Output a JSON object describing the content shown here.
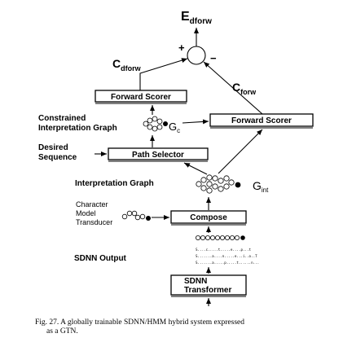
{
  "figure": {
    "output": {
      "main": "E",
      "sub": "dforw"
    },
    "plus": "+",
    "minus": "−",
    "c_dforw": {
      "main": "C",
      "sub": "dforw"
    },
    "c_forw": {
      "main": "C",
      "sub": "forw"
    },
    "forward_scorer_left": "Forward  Scorer",
    "forward_scorer_right": "Forward Scorer",
    "constrained_label_line1": "Constrained",
    "constrained_label_line2": "Interpretation Graph",
    "g_c": {
      "main": "G",
      "sub": "c"
    },
    "desired_line1": "Desired",
    "desired_line2": "Sequence",
    "path_selector": "Path Selector",
    "interpretation_graph_label": "Interpretation Graph",
    "g_int": {
      "main": "G",
      "sub": "int"
    },
    "char_model_line1": "Character",
    "char_model_line2": "Model",
    "char_model_line3": "Transducer",
    "compose": "Compose",
    "sdnn_output_label": "SDNN Output",
    "sdnn_transformer_line1": "SDNN",
    "sdnn_transformer_line2": "Transformer",
    "sdnn_rows": [
      "S....c.....t.....e....p...t",
      "S.......a....n.....e...i..o..T",
      "S.......a.....p.....t......n..."
    ]
  },
  "caption": {
    "line1": "Fig. 27.   A globally trainable SDNN/HMM hybrid system expressed",
    "line2": "as a GTN."
  }
}
